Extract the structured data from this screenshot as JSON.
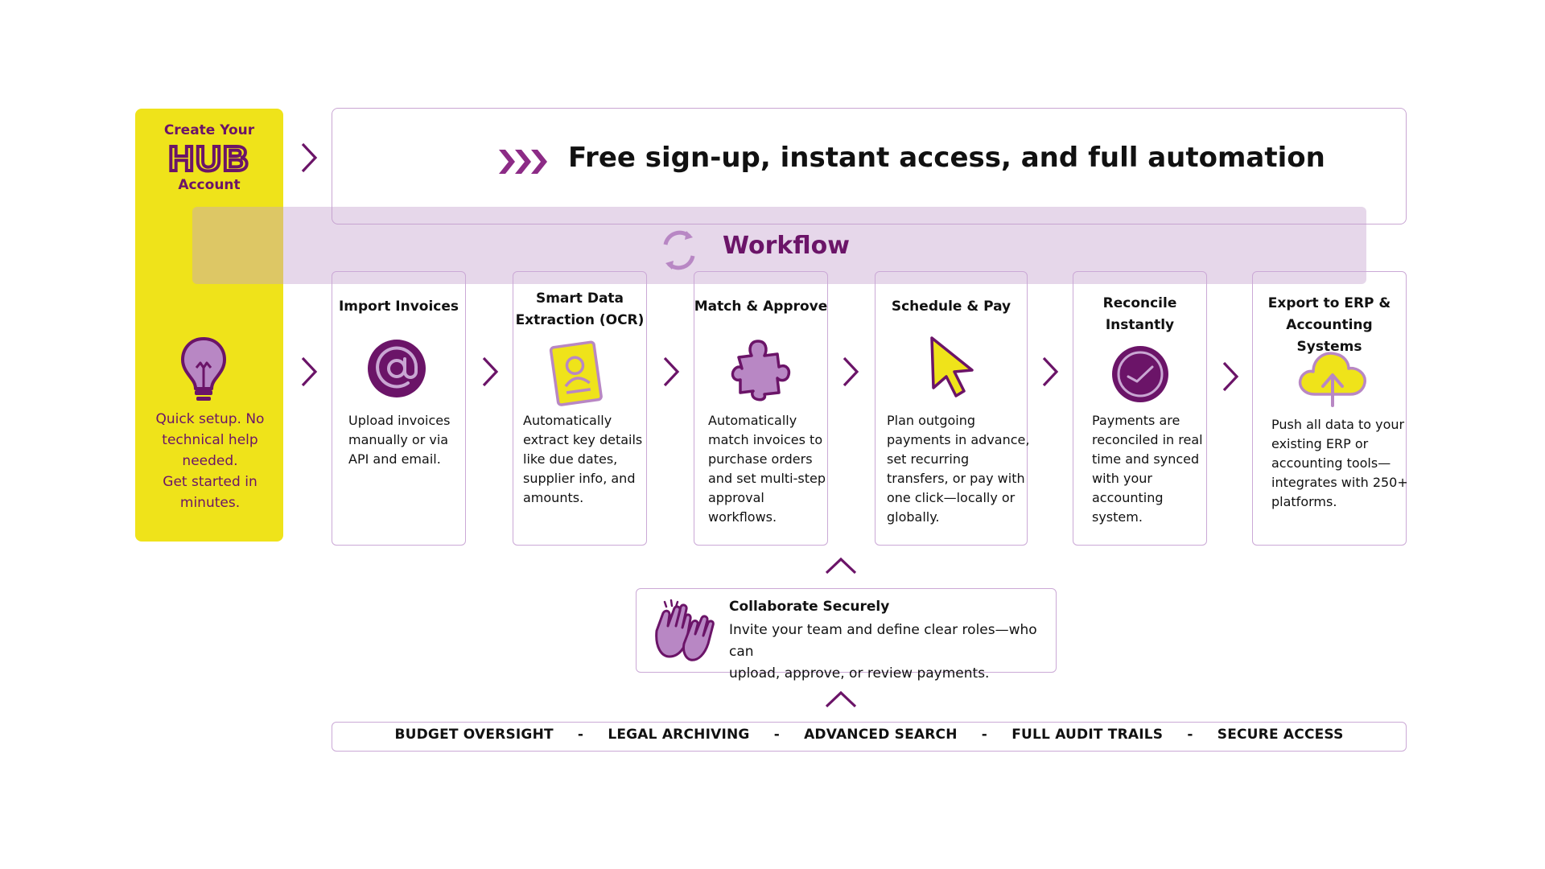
{
  "colors": {
    "accent": "#6b1468",
    "yellow": "#efe31a",
    "lavender": "#c4a0cd",
    "border": "#cba9d6",
    "icon_purple": "#6b1468",
    "icon_yellow": "#efe31a",
    "icon_lilac": "#b887c4"
  },
  "hub": {
    "top_line": "Create Your",
    "logo_text": "HUB",
    "bottom_line": "Account",
    "icon": "lightbulb-icon",
    "description_lines": [
      "Quick setup. No",
      "technical help",
      "needed.",
      "Get started in",
      "minutes."
    ]
  },
  "banner": {
    "icon": "triple-chevron-icon",
    "title": "Free sign-up, instant access, and full automation"
  },
  "workflow": {
    "icon": "refresh-cycle-icon",
    "title": "Workflow"
  },
  "steps": [
    {
      "title_lines": [
        "Import Invoices"
      ],
      "icon": "at-sign-icon",
      "desc_lines": [
        "Upload invoices",
        "manually or via",
        "API and email."
      ]
    },
    {
      "title_lines": [
        "Smart Data",
        "Extraction (OCR)"
      ],
      "icon": "id-card-icon",
      "desc_lines": [
        "Automatically",
        "extract key details",
        "like due dates,",
        "supplier info, and",
        "amounts."
      ]
    },
    {
      "title_lines": [
        "Match & Approve"
      ],
      "icon": "puzzle-piece-icon",
      "desc_lines": [
        "Automatically",
        "match invoices to",
        "purchase orders",
        "and set multi-step",
        "approval",
        "workflows."
      ]
    },
    {
      "title_lines": [
        "Schedule & Pay"
      ],
      "icon": "cursor-arrow-icon",
      "desc_lines": [
        "Plan outgoing",
        "payments in advance,",
        "set recurring",
        "transfers, or pay with",
        "one click—locally or",
        "globally."
      ]
    },
    {
      "title_lines": [
        "Reconcile",
        "Instantly"
      ],
      "icon": "clock-icon",
      "desc_lines": [
        "Payments are",
        "reconciled in real",
        "time and synced",
        "with your",
        "accounting",
        "system."
      ]
    },
    {
      "title_lines": [
        "Export to ERP &",
        "Accounting Systems"
      ],
      "icon": "cloud-upload-icon",
      "desc_lines": [
        "Push all data to your",
        "existing ERP or",
        "accounting tools—",
        "integrates with 250+",
        "platforms."
      ]
    }
  ],
  "collaborate": {
    "icon": "high-five-icon",
    "title": "Collaborate Securely",
    "desc_lines": [
      "Invite your team and define clear roles—who can",
      "upload, approve, or review payments."
    ]
  },
  "features": {
    "items": [
      "BUDGET OVERSIGHT",
      "LEGAL ARCHIVING",
      "ADVANCED SEARCH",
      "FULL AUDIT TRAILS",
      "SECURE ACCESS"
    ],
    "separator": "-"
  }
}
